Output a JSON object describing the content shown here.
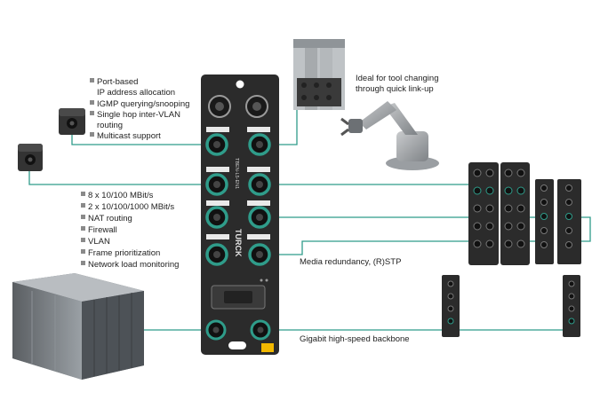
{
  "features_top": {
    "items": [
      "Port-based",
      "IP address allocation",
      "IGMP querying/snooping",
      "Single hop inter-VLAN",
      "routing",
      "Multicast support"
    ],
    "bulleted": [
      true,
      false,
      true,
      true,
      false,
      true
    ]
  },
  "features_bottom": {
    "items": [
      "8 x 10/100 MBit/s",
      "2 x 10/100/1000 MBit/s",
      "NAT routing",
      "Firewall",
      "VLAN",
      "Frame prioritization",
      "Network load monitoring"
    ]
  },
  "callouts": {
    "tool_changing_line1": "Ideal for tool changing",
    "tool_changing_line2": "through quick link-up",
    "media_redundancy": "Media redundancy, (R)STP",
    "backbone": "Gigabit high-speed backbone"
  },
  "device": {
    "brand": "TURCK",
    "model": "TBEN-L5-EN1"
  },
  "colors": {
    "device_body": "#2b2b2b",
    "connector_ring": "#2f9c8a",
    "cable": "#2f9c8a",
    "accent_yellow": "#f2b800"
  }
}
